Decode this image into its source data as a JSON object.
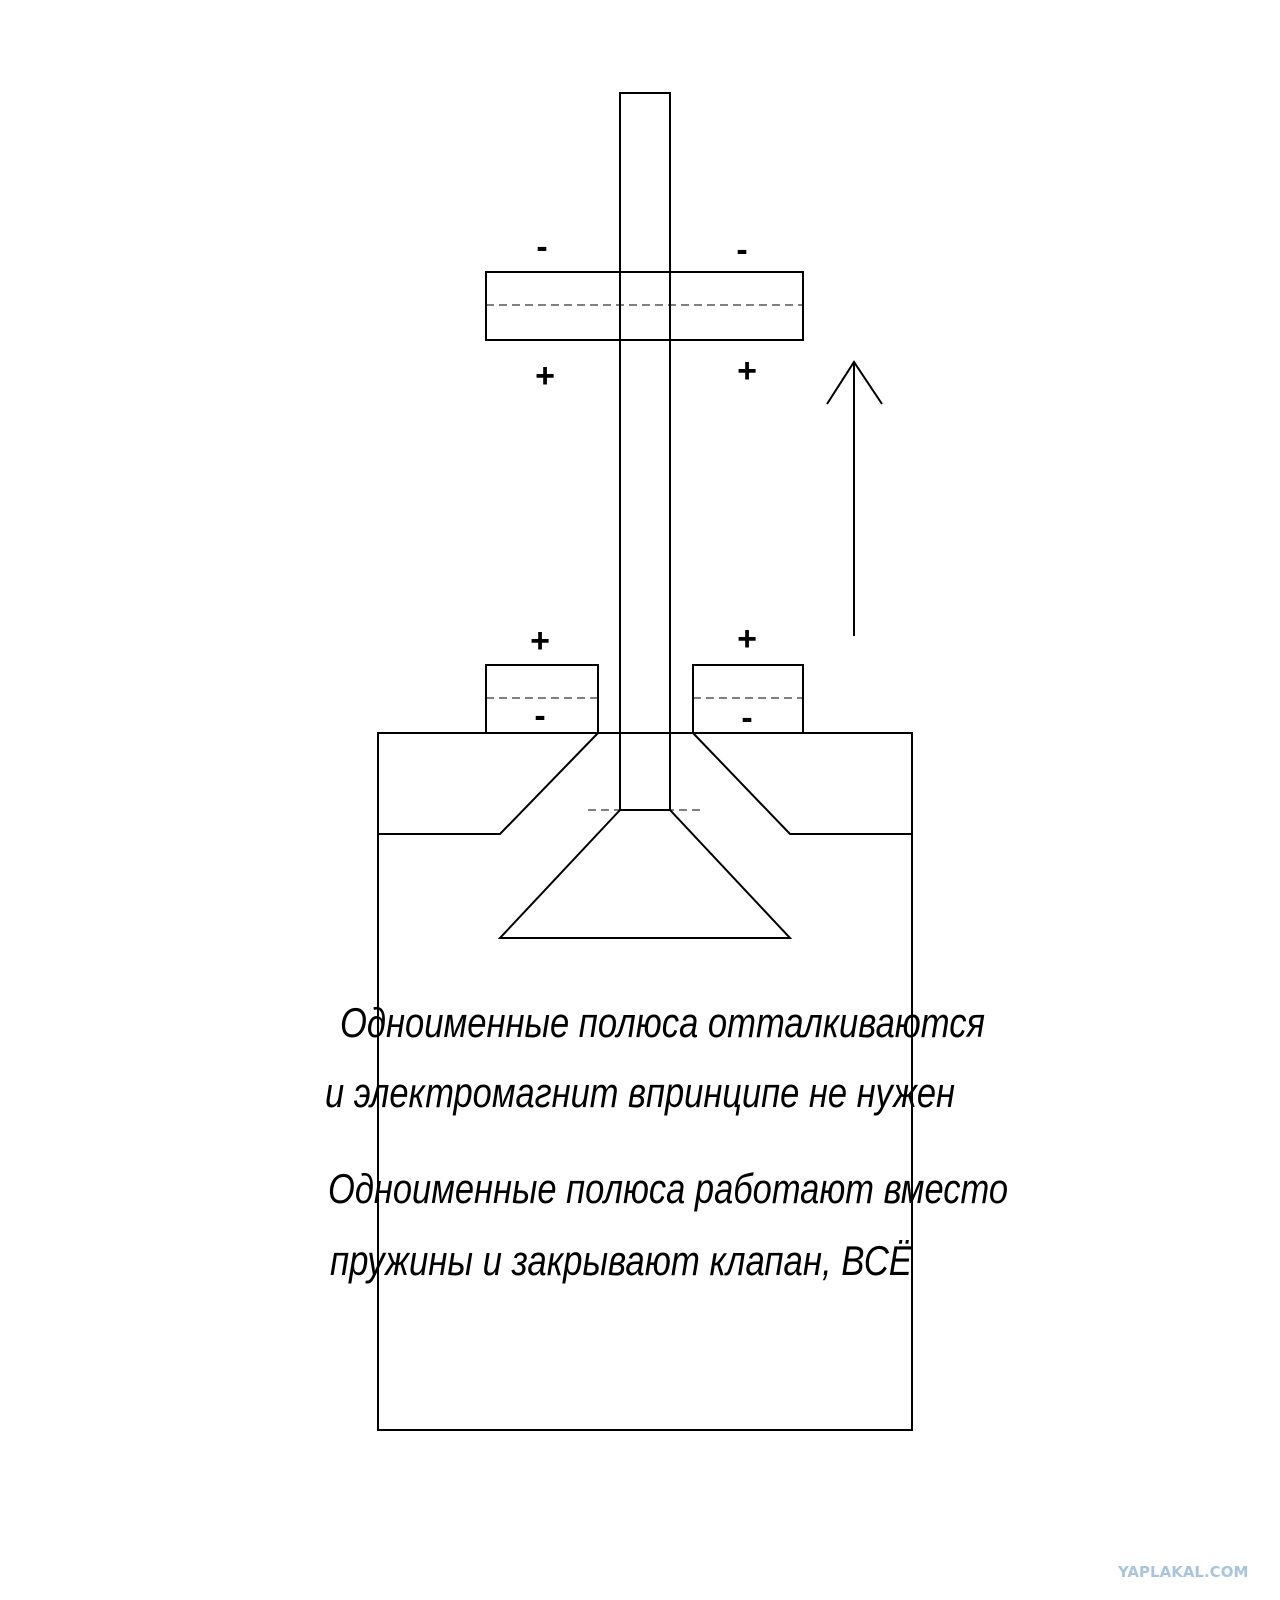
{
  "diagram": {
    "poles": {
      "upper_left_top": "-",
      "upper_right_top": "-",
      "upper_left_bottom": "+",
      "upper_right_bottom": "+",
      "lower_left_top": "+",
      "lower_right_top": "+",
      "lower_left_bottom": "-",
      "lower_right_bottom": "-"
    },
    "captions": [
      "Одноименные полюса отталкиваются",
      "и электромагнит впринципе не нужен",
      "Одноименные полюса работают вместо",
      "пружины и закрывают клапан, ВСЁ"
    ],
    "watermark": "YAPLAKAL.COM"
  }
}
